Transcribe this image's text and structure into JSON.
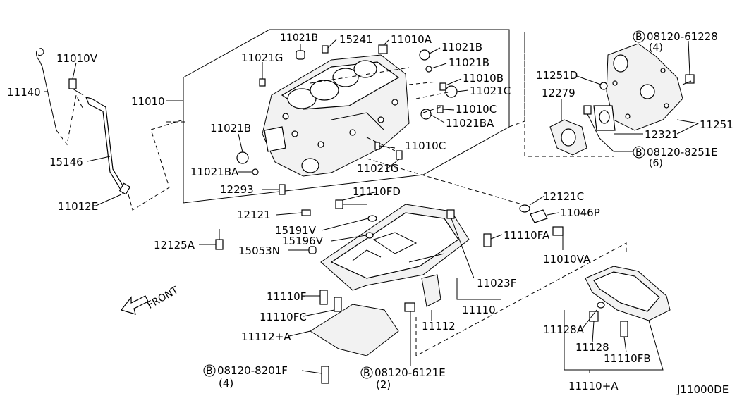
{
  "diagram_code": "J11000DE",
  "front_label": "FRONT",
  "b_symbol": "B",
  "parts": {
    "p11140": "11140",
    "p11010V": "11010V",
    "p15146": "15146",
    "p11012E": "11012E",
    "p11010": "11010",
    "p11021B_top": "11021B",
    "p15241": "15241",
    "p11010A": "11010A",
    "p11021B_r1": "11021B",
    "p11021G_top": "11021G",
    "p11021B_r2": "11021B",
    "p11010B": "11010B",
    "p11021C": "11021C",
    "p11010C_r": "11010C",
    "p11021BA_r": "11021BA",
    "p11021B_left": "11021B",
    "p11010C_b": "11010C",
    "p11021BA_left": "11021BA",
    "p11021G_b": "11021G",
    "p12293": "12293",
    "p11110FD": "11110FD",
    "p12121": "12121",
    "p15191V": "15191V",
    "p15196V": "15196V",
    "p12125A": "12125A",
    "p15053N": "15053N",
    "p11110F": "11110F",
    "p11110FC": "11110FC",
    "p11112A": "11112+A",
    "p08120_8201F": "08120-8201F",
    "p08120_8201F_qty": "(4)",
    "p08120_6121E": "08120-6121E",
    "p08120_6121E_qty": "(2)",
    "p11112": "11112",
    "p11110": "11110",
    "p11023F": "11023F",
    "p11110FA": "11110FA",
    "p12121C": "12121C",
    "p11046P": "11046P",
    "p11010VA": "11010VA",
    "p08120_61228": "08120-61228",
    "p08120_61228_qty": "(4)",
    "p11251D": "11251D",
    "p12279": "12279",
    "p12321": "12321",
    "p11251": "11251",
    "p08120_8251E": "08120-8251E",
    "p08120_8251E_qty": "(6)",
    "p11128A": "11128A",
    "p11128": "11128",
    "p11110FB": "11110FB",
    "p11110A": "11110+A"
  }
}
